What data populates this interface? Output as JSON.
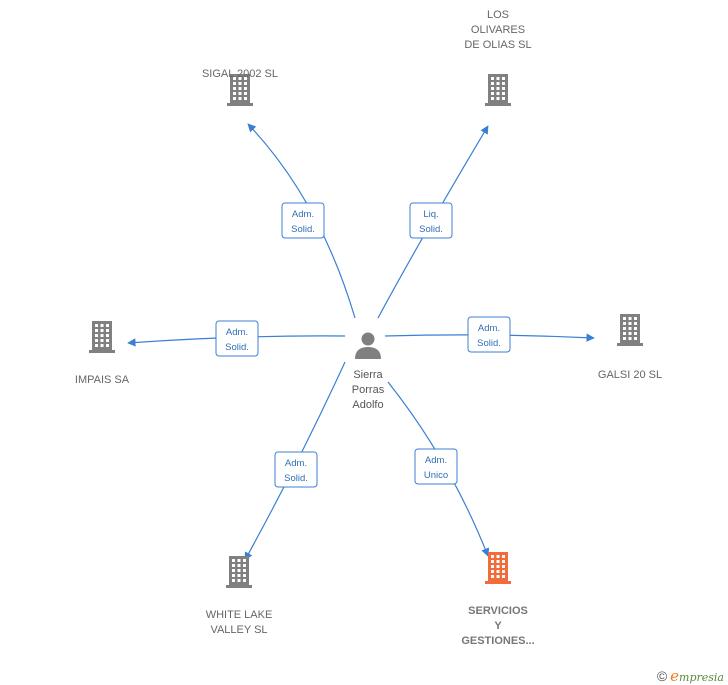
{
  "center": {
    "label_lines": [
      "Sierra",
      "Porras",
      "Adolfo"
    ],
    "icon": "person-icon"
  },
  "companies": [
    {
      "id": "sigal",
      "label_lines": [
        "SIGAL 2002  SL"
      ],
      "icon": "building-icon",
      "color": "#808080",
      "role": [
        "Adm.",
        "Solid."
      ]
    },
    {
      "id": "olivares",
      "label_lines": [
        "LOS",
        "OLIVARES",
        "DE OLIAS  SL"
      ],
      "icon": "building-icon",
      "color": "#808080",
      "role": [
        "Liq.",
        "Solid."
      ]
    },
    {
      "id": "impais",
      "label_lines": [
        "IMPAIS SA"
      ],
      "icon": "building-icon",
      "color": "#808080",
      "role": [
        "Adm.",
        "Solid."
      ]
    },
    {
      "id": "galsi",
      "label_lines": [
        "GALSI 20  SL"
      ],
      "icon": "building-icon",
      "color": "#808080",
      "role": [
        "Adm.",
        "Solid."
      ]
    },
    {
      "id": "whitelake",
      "label_lines": [
        "WHITE LAKE",
        "VALLEY SL"
      ],
      "icon": "building-icon",
      "color": "#808080",
      "role": [
        "Adm.",
        "Solid."
      ]
    },
    {
      "id": "servicios",
      "label_lines": [
        "SERVICIOS",
        "Y",
        "GESTIONES..."
      ],
      "icon": "building-icon",
      "color": "#f26b3a",
      "role": [
        "Adm.",
        "Unico"
      ],
      "highlight": true
    }
  ],
  "colors": {
    "edge": "#3b7fd4",
    "label_border": "#3b7fd4",
    "label_text": "#2f6fb7",
    "building": "#808080",
    "highlight": "#f26b3a"
  },
  "brand": {
    "copyright": "©",
    "initial": "e",
    "name": "mpresia"
  }
}
